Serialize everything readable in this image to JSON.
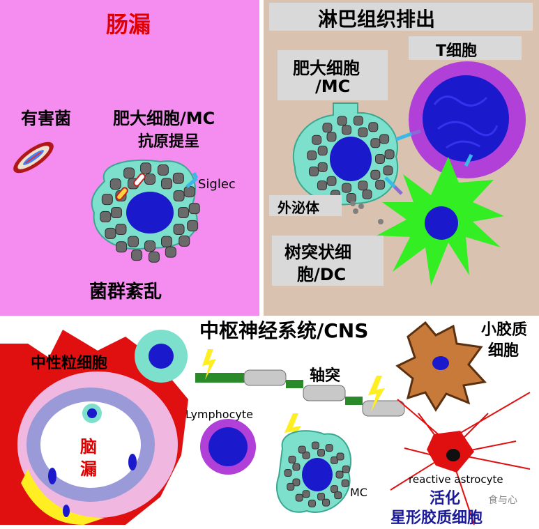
{
  "gut_panel": {
    "title": "肠漏",
    "bacteria_label": "有害菌",
    "mc_label_line1": "肥大细胞/MC",
    "mc_label_line2": "抗原提呈",
    "siglec_label": "Siglec",
    "dysbiosis_label": "菌群紊乱"
  },
  "lymph_panel": {
    "title": "淋巴组织排出",
    "tcell_label": "T细胞",
    "mc_label_line1": "肥大细胞",
    "mc_label_line2": "/MC",
    "exosome_label": "外泌体",
    "dc_label_line1": "树突状细",
    "dc_label_line2": "胞/DC"
  },
  "cns_panel": {
    "title": "中枢神经系统/CNS",
    "neutrophil_label": "中性粒细胞",
    "brain_leak_line1": "脑",
    "brain_leak_line2": "漏",
    "axon_label": "轴突",
    "lymphocyte_label": "Lymphocyte",
    "mc_label": "MC",
    "microglia_line1": "小胶质",
    "microglia_line2": "细胞",
    "reactive_astrocyte_label": "reactive astrocyte",
    "activated_astrocyte_line1": "活化",
    "activated_astrocyte_line2": "星形胶质细胞",
    "watermark": "食与心"
  },
  "colors": {
    "gut_bg": "#f58cf0",
    "lymph_bg": "#d9c2b0",
    "title_red": "#e00000",
    "label_box": "#d9d9d9",
    "mc_cytoplasm": "#7de0cc",
    "nucleus_blue": "#1a1acc",
    "tcell_purple": "#b040d8",
    "dc_green": "#33ee22",
    "blood_red": "#e01010",
    "dark_blue_text": "#1a1a9a"
  }
}
